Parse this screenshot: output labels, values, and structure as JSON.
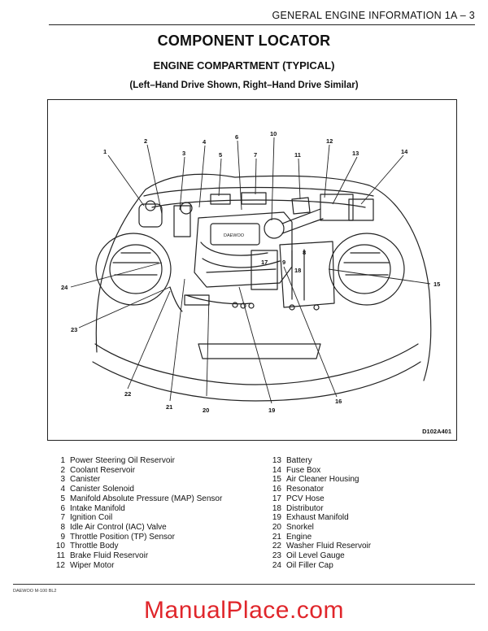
{
  "header": {
    "section_title": "GENERAL ENGINE INFORMATION  1A – 3"
  },
  "page": {
    "title": "COMPONENT LOCATOR",
    "subtitle": "ENGINE COMPARTMENT (TYPICAL)",
    "note": "(Left–Hand Drive Shown, Right–Hand Drive Similar)"
  },
  "figure": {
    "code": "D102A401",
    "callouts": [
      "1",
      "2",
      "3",
      "4",
      "5",
      "6",
      "7",
      "8",
      "9",
      "10",
      "11",
      "12",
      "13",
      "14",
      "15",
      "16",
      "17",
      "18",
      "19",
      "20",
      "21",
      "22",
      "23",
      "24"
    ],
    "manifold_text": "DAEWOO"
  },
  "legend": [
    {
      "num": "1",
      "label": "Power Steering Oil Reservoir"
    },
    {
      "num": "2",
      "label": "Coolant Reservoir"
    },
    {
      "num": "3",
      "label": "Canister"
    },
    {
      "num": "4",
      "label": "Canister Solenoid"
    },
    {
      "num": "5",
      "label": "Manifold Absolute Pressure (MAP) Sensor"
    },
    {
      "num": "6",
      "label": "Intake Manifold"
    },
    {
      "num": "7",
      "label": "Ignition Coil"
    },
    {
      "num": "8",
      "label": "Idle Air Control (IAC) Valve"
    },
    {
      "num": "9",
      "label": "Throttle Position (TP) Sensor"
    },
    {
      "num": "10",
      "label": "Throttle Body"
    },
    {
      "num": "11",
      "label": "Brake Fluid Reservoir"
    },
    {
      "num": "12",
      "label": "Wiper Motor"
    },
    {
      "num": "13",
      "label": "Battery"
    },
    {
      "num": "14",
      "label": "Fuse Box"
    },
    {
      "num": "15",
      "label": "Air Cleaner Housing"
    },
    {
      "num": "16",
      "label": "Resonator"
    },
    {
      "num": "17",
      "label": "PCV Hose"
    },
    {
      "num": "18",
      "label": "Distributor"
    },
    {
      "num": "19",
      "label": "Exhaust Manifold"
    },
    {
      "num": "20",
      "label": "Snorkel"
    },
    {
      "num": "21",
      "label": "Engine"
    },
    {
      "num": "22",
      "label": "Washer Fluid Reservoir"
    },
    {
      "num": "23",
      "label": "Oil Level Gauge"
    },
    {
      "num": "24",
      "label": "Oil Filler Cap"
    }
  ],
  "footer": {
    "doc_code": "DAEWOO M-100 BL2"
  },
  "watermark": {
    "text": "ManualPlace.com",
    "color": "#e0262b"
  }
}
